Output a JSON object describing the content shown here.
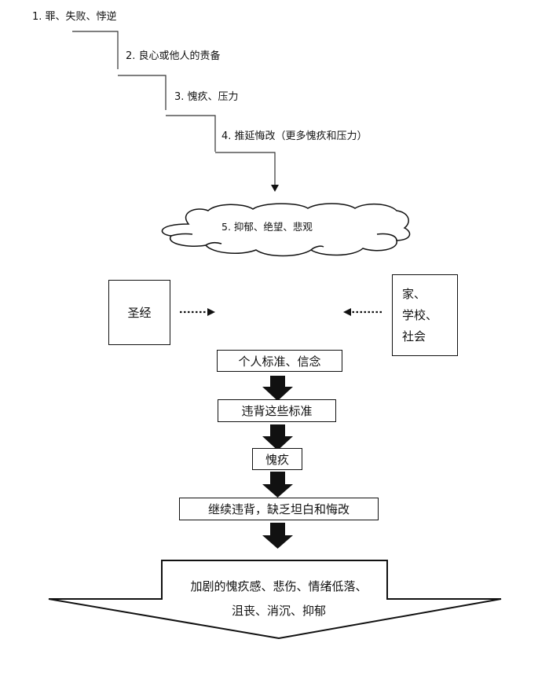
{
  "staircase": {
    "steps": [
      {
        "label": "1. 罪、失败、悖逆"
      },
      {
        "label": "2. 良心或他人的责备"
      },
      {
        "label": "3. 愧疚、压力"
      },
      {
        "label": "4. 推延悔改（更多愧疚和压力）"
      }
    ],
    "cloud_label": "5.  抑郁、绝望、悲观"
  },
  "sources": {
    "left_label": "圣经",
    "right_lines": [
      "家、",
      "学校、",
      "社会"
    ]
  },
  "flow": {
    "boxes": [
      {
        "label": "个人标准、信念"
      },
      {
        "label": "违背这些标准"
      },
      {
        "label": "愧疚"
      },
      {
        "label": "继续违背，缺乏坦白和悔改"
      }
    ],
    "result_lines": [
      "加剧的愧疚感、悲伤、情绪低落、",
      "沮丧、消沉、抑郁"
    ]
  },
  "colors": {
    "line": "#111111",
    "staircase_line": "#333333",
    "background": "#ffffff"
  }
}
